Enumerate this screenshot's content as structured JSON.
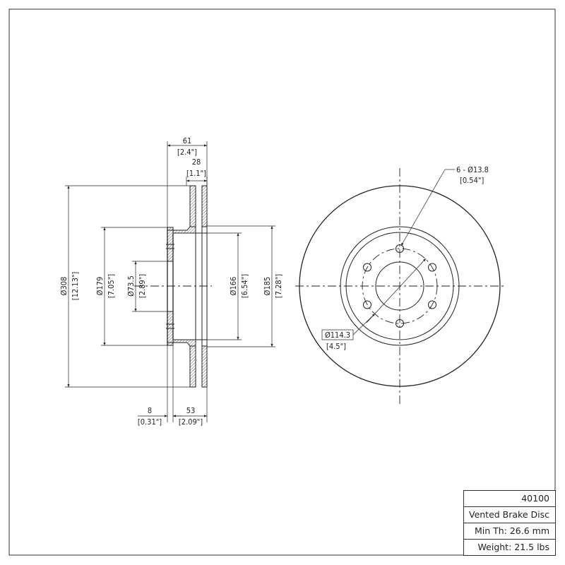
{
  "side_view": {
    "dim_overall_width": "61",
    "dim_overall_width_in": "[2.4\"]",
    "dim_rotor_thickness": "28",
    "dim_rotor_thickness_in": "[1.1\"]",
    "dim_outer_diameter": "Ø308",
    "dim_outer_diameter_in": "[12.13\"]",
    "dim_hat_diameter": "Ø179",
    "dim_hat_diameter_in": "[7.05\"]",
    "dim_center_bore": "Ø73.5",
    "dim_center_bore_in": "[2.89\"]",
    "dim_inner_diameter": "Ø166",
    "dim_inner_diameter_in": "[6.54\"]",
    "dim_hat_outer_diameter": "Ø185",
    "dim_hat_outer_diameter_in": "[7.28\"]",
    "dim_hat_thickness": "8",
    "dim_hat_thickness_in": "[0.31\"]",
    "dim_hat_height": "53",
    "dim_hat_height_in": "[2.09\"]"
  },
  "front_view": {
    "bolt_holes": "6 - Ø13.8",
    "bolt_holes_in": "[0.54\"]",
    "bolt_circle": "Ø114.3",
    "bolt_circle_in": "[4.5\"]"
  },
  "title_block": {
    "part_number": "40100",
    "description": "Vented Brake Disc",
    "min_thickness": "Min Th: 26.6 mm",
    "weight": "Weight: 21.5 lbs"
  }
}
